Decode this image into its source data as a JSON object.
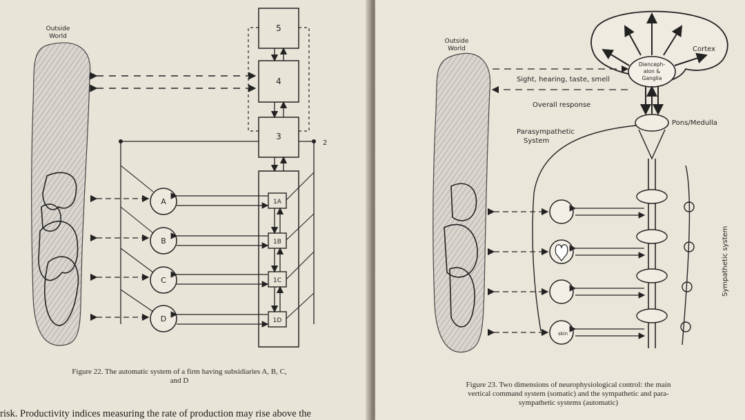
{
  "left_page": {
    "figure22": {
      "outside_world_label_line1": "Outside",
      "outside_world_label_line2": "World",
      "boxes": [
        "5",
        "4",
        "3"
      ],
      "marker_label": "2",
      "subsidiaries": [
        "A",
        "B",
        "C",
        "D"
      ],
      "units": [
        "1A",
        "1B",
        "1C",
        "1D"
      ]
    },
    "caption_line1": "Figure 22.  The automatic system of a firm having subsidiaries A, B, C,",
    "caption_line2": "and D",
    "body_text": "risk. Productivity indices measuring the rate of production may rise above the"
  },
  "right_page": {
    "figure23": {
      "outside_world_label_line1": "Outside",
      "outside_world_label_line2": "World",
      "cortex_label": "Cortex",
      "diencephalon_line1": "Dienceph-",
      "diencephalon_line2": "alon &",
      "diencephalon_line3": "Ganglia",
      "senses_label": "Sight, hearing, taste, smell",
      "response_label": "Overall response",
      "pons_label": "Pons/Medulla",
      "parasympathetic_line1": "Parasympathetic",
      "parasympathetic_line2": "System",
      "sympathetic_label": "Sympathetic system",
      "skin_label": "skin"
    },
    "caption_line1": "Figure 23.  Two dimensions of neurophysiological control: the main",
    "caption_line2": "vertical command system (somatic) and the sympathetic and para-",
    "caption_line3": "sympathetic systems (automatic)"
  }
}
